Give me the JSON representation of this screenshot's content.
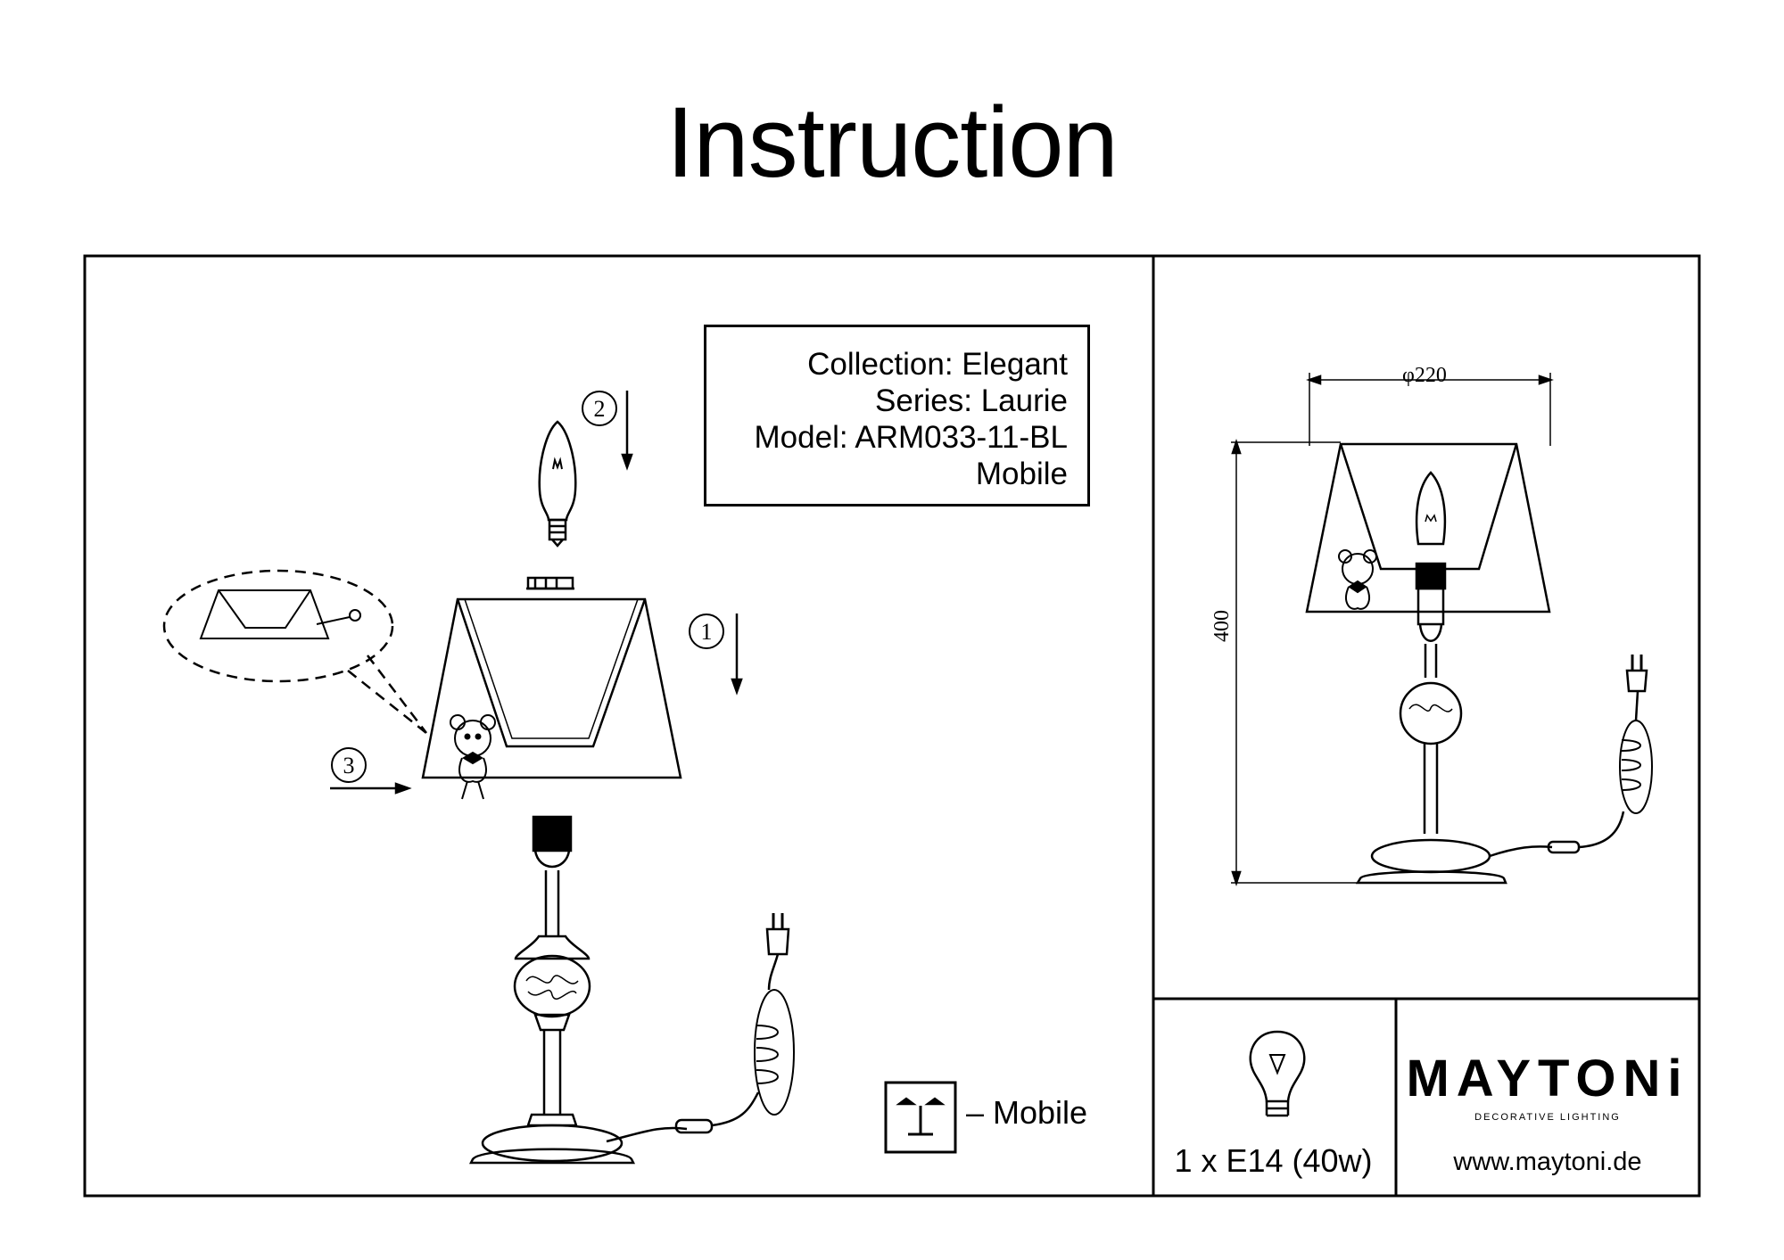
{
  "title": "Instruction",
  "info": {
    "collection": "Collection: Elegant",
    "series": "Series:  Laurie",
    "model": "Model: ARM033-11-BL",
    "type": "Mobile"
  },
  "steps": [
    "1",
    "2",
    "3"
  ],
  "mobile_legend": "– Mobile",
  "dimensions": {
    "diameter": "φ220",
    "height": "400"
  },
  "bulb_spec": "1 x E14 (40w)",
  "brand": {
    "name": "MAYTONi",
    "tagline": "DECORATIVE LIGHTING",
    "website": "www.maytoni.de"
  },
  "colors": {
    "line": "#000000",
    "background": "#ffffff"
  },
  "icons": [
    "bulb-icon",
    "lamp-shade",
    "teddy-bear",
    "plug-icon",
    "mobile-symbol-icon",
    "arrow-icon",
    "dimension-line"
  ]
}
